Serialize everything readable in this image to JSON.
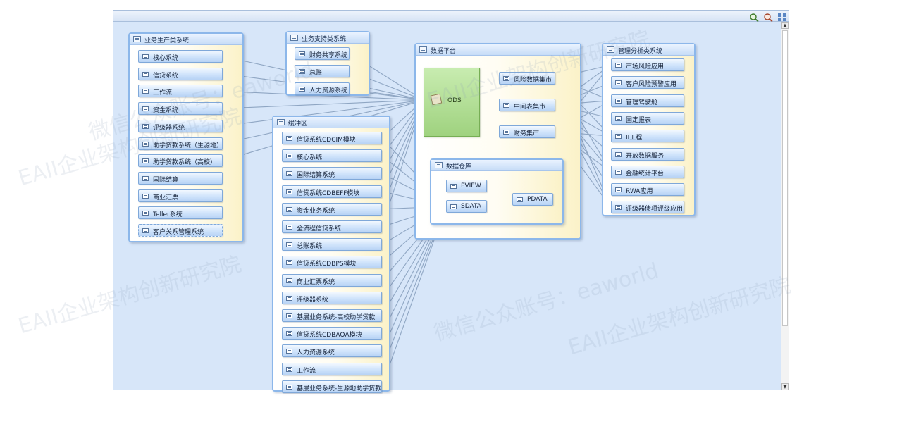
{
  "groups": {
    "production": {
      "title": "业务生产类系统",
      "items": [
        "核心系统",
        "信贷系统",
        "工作流",
        "资金系统",
        "评级器系统",
        "助学贷款系统（生源地）",
        "助学贷款系统（高校）",
        "国际结算",
        "商业汇票",
        "Teller系统",
        "客户关系管理系统"
      ]
    },
    "support": {
      "title": "业务支持类系统",
      "items": [
        "财务共享系统",
        "总账",
        "人力资源系统"
      ]
    },
    "buffer": {
      "title": "缓冲区",
      "items": [
        "信贷系统CDCIM模块",
        "核心系统",
        "国际结算系统",
        "信贷系统CDBEFF模块",
        "资金业务系统",
        "全流程信贷系统",
        "总账系统",
        "信贷系统CDBPS模块",
        "商业汇票系统",
        "评级器系统",
        "基层业务系统-高校助学贷款",
        "信贷系统CDBAQA模块",
        "人力资源系统",
        "工作流",
        "基层业务系统-生源地助学贷款"
      ]
    },
    "platform": {
      "title": "数据平台",
      "ods": "ODS",
      "marts": [
        "风险数据集市",
        "中间表集市",
        "财务集市"
      ],
      "warehouse": {
        "title": "数据仓库",
        "pview": "PVIEW",
        "sdata": "SDATA",
        "pdata": "PDATA"
      }
    },
    "analysis": {
      "title": "管理分析类系统",
      "items": [
        "市场风险应用",
        "客户风险预警应用",
        "管理驾驶舱",
        "固定报表",
        "II工程",
        "开放数据服务",
        "金融统计平台",
        "RWA应用",
        "评级器债项评级应用"
      ]
    }
  },
  "watermark": {
    "lines": [
      "EAII企业架构创新研究院",
      "微信公众账号：eaworld"
    ]
  },
  "colors": {
    "edge": "#8fa6c3",
    "canvas": "#d7e6f9",
    "node_border": "#7fa8d9",
    "ods_fill": "#a9d98b"
  }
}
